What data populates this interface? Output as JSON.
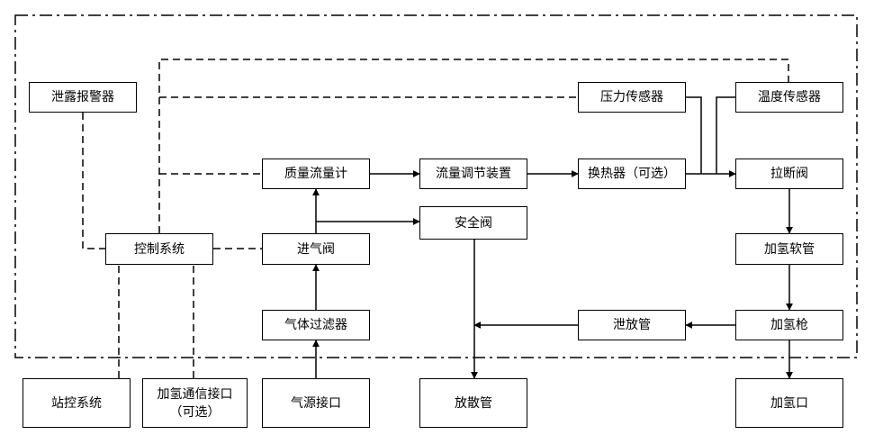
{
  "nodes": {
    "leak_alarm": "泄露报警器",
    "pressure_sensor": "压力传感器",
    "temperature_sensor": "温度传感器",
    "mass_flow_meter": "质量流量计",
    "flow_regulator": "流量调节装置",
    "heat_exchanger": "换热器（可选）",
    "breakaway_valve": "拉断阀",
    "safety_valve": "安全阀",
    "control_system": "控制系统",
    "inlet_valve": "进气阀",
    "hydrogen_hose": "加氢软管",
    "gas_filter": "气体过滤器",
    "vent_pipe": "泄放管",
    "hydrogen_nozzle": "加氢枪",
    "station_control": "站控系统",
    "comm_interface": "加氢通信接口\n（可选）",
    "gas_source_interface": "气源接口",
    "discharge_pipe": "放散管",
    "filling_port": "加氢口"
  }
}
